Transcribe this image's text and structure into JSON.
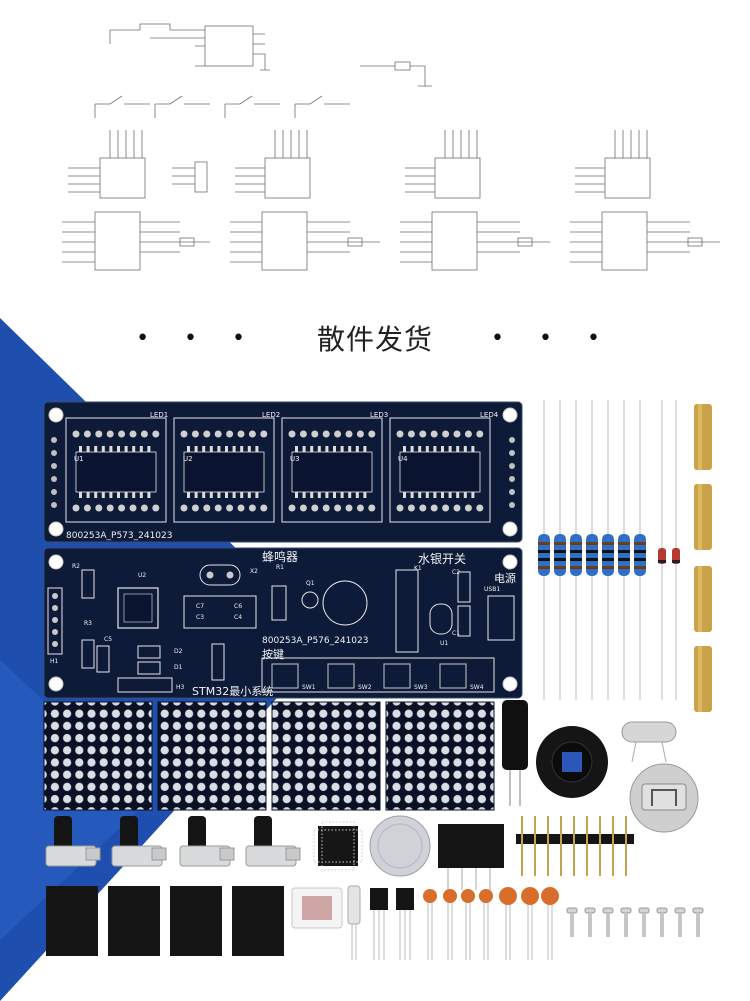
{
  "caption": {
    "title": "散件发货",
    "dots_left": "• • •",
    "dots_right": "• • •"
  },
  "board_top": {
    "silk": "800253A_P573_241023",
    "led_labels": [
      "LED1",
      "LED2",
      "LED3",
      "LED4"
    ],
    "chip_labels": [
      "U1",
      "U2",
      "U3",
      "U4"
    ]
  },
  "board_bottom": {
    "silk": "800253A_P576_241023",
    "buzzer": "蜂鸣器",
    "tilt": "水银开关",
    "power": "电源",
    "keys": "按键",
    "mcu": "STM32最小系统",
    "key_labels": [
      "SW1",
      "SW2",
      "SW3",
      "SW4"
    ],
    "usb": "USB1",
    "misc_labels": [
      "R2",
      "R3",
      "U2",
      "X2",
      "R1",
      "Q1",
      "C7",
      "C6",
      "C3",
      "C4",
      "C5",
      "D2",
      "D1",
      "H1",
      "H3",
      "K1",
      "C2",
      "C1",
      "U1"
    ]
  },
  "colors": {
    "background": "#ffffff",
    "accent_blue": "#1f4fae",
    "pcb": "#0d1a38",
    "silk": "#f2f2f2"
  }
}
